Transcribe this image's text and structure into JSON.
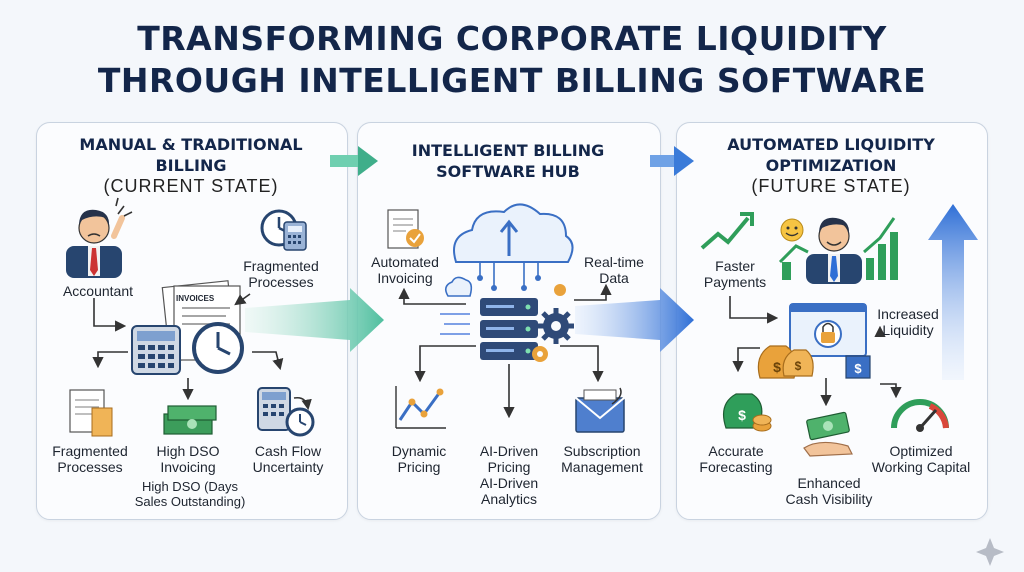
{
  "title": {
    "line1": "TRANSFORMING CORPORATE LIQUIDITY",
    "line2": "THROUGH INTELLIGENT BILLING SOFTWARE"
  },
  "panels": [
    {
      "title_line1": "MANUAL & TRADITIONAL",
      "title_line2": "BILLING",
      "subtitle": "(CURRENT STATE)",
      "labels": {
        "accountant": "Accountant",
        "fragmented_top_1": "Fragmented",
        "fragmented_top_2": "Processes",
        "invoices_doc": "INVOICES",
        "fragmented_bottom_1": "Fragmented",
        "fragmented_bottom_2": "Processes",
        "dso_1": "High DSO",
        "dso_2": "Invoicing",
        "dso_note_1": "High DSO (Days",
        "dso_note_2": "Sales Outstanding)",
        "cashflow_1": "Cash Flow",
        "cashflow_2": "Uncertainty"
      }
    },
    {
      "title_line1": "INTELLIGENT BILLING",
      "title_line2": "SOFTWARE HUB",
      "labels": {
        "auto_inv_1": "Automated",
        "auto_inv_2": "Invoicing",
        "realtime_1": "Real-time",
        "realtime_2": "Data",
        "dynamic_1": "Dynamic",
        "dynamic_2": "Pricing",
        "ai_1": "AI-Driven",
        "ai_2": "Pricing",
        "ai_3": "AI-Driven",
        "ai_4": "Analytics",
        "sub_1": "Subscription",
        "sub_2": "Management"
      }
    },
    {
      "title_line1": "AUTOMATED LIQUIDITY",
      "title_line2": "OPTIMIZATION",
      "subtitle": "(FUTURE STATE)",
      "labels": {
        "faster_1": "Faster",
        "faster_2": "Payments",
        "liq_1": "Increased",
        "liq_2": "Liquidity",
        "forecast_1": "Accurate",
        "forecast_2": "Forecasting",
        "visibility_1": "Enhanced",
        "visibility_2": "Cash Visibility",
        "wc_1": "Optimized",
        "wc_2": "Working Capital"
      }
    }
  ],
  "colors": {
    "title": "#13264a",
    "flow_start": "#4fbf9f",
    "flow_end": "#2f6fd6",
    "icon_blue": "#3a6fc4",
    "money_green": "#2f9e5a",
    "gold": "#e9a23b"
  }
}
